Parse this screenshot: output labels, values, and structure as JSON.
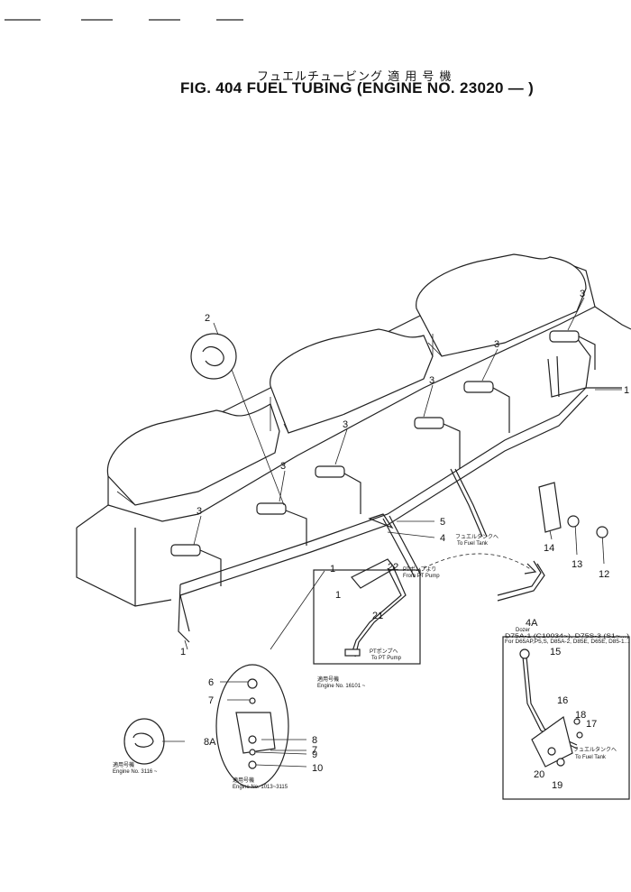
{
  "title": {
    "jp": "フュエルチュービング 適 用 号 機",
    "en": "FIG. 404  FUEL TUBING (ENGINE NO. 23020 —  )"
  },
  "callouts": [
    {
      "id": "2",
      "text": "2"
    },
    {
      "id": "3a",
      "text": "3"
    },
    {
      "id": "3b",
      "text": "3"
    },
    {
      "id": "3c",
      "text": "3"
    },
    {
      "id": "3d",
      "text": "3"
    },
    {
      "id": "3e",
      "text": "3"
    },
    {
      "id": "3f",
      "text": "3"
    },
    {
      "id": "1a",
      "text": "1"
    },
    {
      "id": "1b",
      "text": "1"
    },
    {
      "id": "1c",
      "text": "1"
    },
    {
      "id": "1d",
      "text": "1"
    },
    {
      "id": "5",
      "text": "5"
    },
    {
      "id": "4",
      "text": "4"
    },
    {
      "id": "22",
      "text": "22"
    },
    {
      "id": "21",
      "text": "21"
    },
    {
      "id": "14",
      "text": "14"
    },
    {
      "id": "13",
      "text": "13"
    },
    {
      "id": "12",
      "text": "12"
    },
    {
      "id": "4A",
      "text": "4A"
    },
    {
      "id": "6",
      "text": "6"
    },
    {
      "id": "7a",
      "text": "7"
    },
    {
      "id": "7b",
      "text": "7"
    },
    {
      "id": "8",
      "text": "8"
    },
    {
      "id": "9",
      "text": "9"
    },
    {
      "id": "10",
      "text": "10"
    },
    {
      "id": "8A",
      "text": "8A"
    },
    {
      "id": "15",
      "text": "15"
    },
    {
      "id": "16",
      "text": "16"
    },
    {
      "id": "17",
      "text": "17"
    },
    {
      "id": "18",
      "text": "18"
    },
    {
      "id": "19",
      "text": "19"
    },
    {
      "id": "20",
      "text": "20"
    }
  ],
  "notes": {
    "fuel_tank_jp": "フュエルタンクへ",
    "fuel_tank_en": "To Fuel Tank",
    "pt_pump_jp": "PTポンプより",
    "pt_pump_en": "From PT Pump",
    "to_pt_pump_jp": "PTポンプへ",
    "to_pt_pump_en": "To PT Pump",
    "engine_16101_jp": "適用号機",
    "engine_16101": "Engine No. 16101 ~",
    "engine_3116_jp": "適用号機",
    "engine_3116": "Engine No. 3116 ~",
    "engine_1013_jp": "適用号機",
    "engine_1013": "Engine No. 1013~3115",
    "dozer_a": "Dozer",
    "dozer_b": "D75A-1 (C10034~), D75S-3 (S1~...)",
    "dozer_c": "For D65AP,P5,S, D85A-2, D85E, D65E, D85-1...",
    "tank_jp_2": "フュエルタンクへ",
    "tank_en_2": "To Fuel Tank"
  }
}
